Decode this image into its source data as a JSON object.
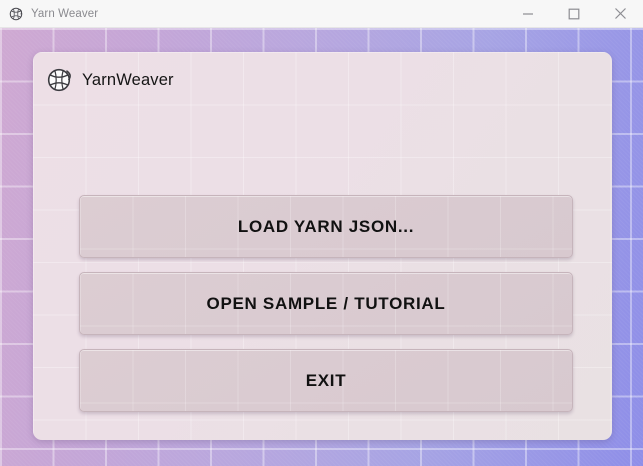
{
  "window": {
    "title": "Yarn Weaver",
    "icon": "yarn-ball-icon",
    "controls": {
      "minimize": "minimize-icon",
      "maximize": "maximize-icon",
      "close": "close-icon"
    }
  },
  "card": {
    "brand": {
      "icon": "yarn-ball-icon",
      "title": "YarnWeaver"
    },
    "menu": [
      {
        "id": "load-yarn-json",
        "label": "LOAD YARN JSON..."
      },
      {
        "id": "open-sample-tutorial",
        "label": "OPEN SAMPLE / TUTORIAL"
      },
      {
        "id": "exit",
        "label": "EXIT"
      }
    ]
  },
  "colors": {
    "titlebar_bg": "#f7f7f7",
    "titlebar_text": "#8a8a8f",
    "backdrop_left": "#cfa9d2",
    "backdrop_right": "#8e8ee8",
    "card_bg": "#eddfe6",
    "button_bg": "#dacbd1",
    "button_border": "#c6b4bb",
    "button_text": "#111111"
  }
}
